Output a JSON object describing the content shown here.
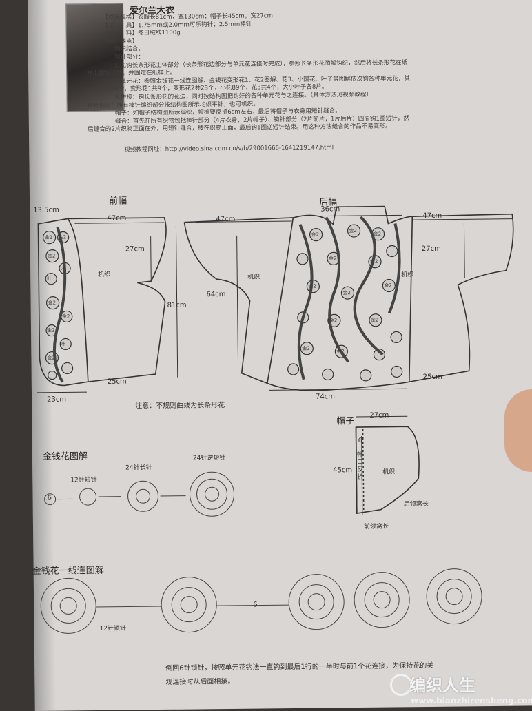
{
  "title": "爱尔兰大衣",
  "specs": [
    "【成品规格】衣服长81cm，宽130cm；帽子长45cm，宽27cm",
    "【工　　具】1.75mm或2.0mm可乐钩针；2.5mm棒针",
    "【材　　料】冬日绒线1100g",
    "【编织要点】",
    "　　钩织结合。",
    "　　钩针部分：",
    "　　1.先钩长条形花主体部分（长条形花边部分与单元花连接时完成），参照长条形花图解钩织，然后将长条形花在纸",
    "样上摆好造型，并固定在纸样上。",
    "　　2.单元花：参照金钱花一线连图解、金钱花变形花1、花2图解、花3、小圆花、叶子等图解依次钩各种单元花，其",
    "中金钱花84个，变形花1共9个，变形花2共23个，小花89个，花3共4个，大小叶子各8片。",
    "　　3.拼接：钩长条形花的花边，同时按结构图把钩好的各种单元花与之连接。（具体方法见视频教程）",
    "棒针部分：所有棒针编织部分按结构图所示均织平针，也可机织。",
    "　　帽子：如帽子结构图所示编织，帽檐要反折6cm左右，最后将帽子与衣身用短针缝合。",
    "　　缝合：首先在所有织物包括棒针部分（4片衣身，2片帽子）、钩针部分（2片前片，1片后片）四周钩1圈短针，然",
    "后缝合的2片织物正面在外，用短针缝合，棱在织物正面，最后钩1圈逆短针结束。用这种方法缝合的作品不易变形。"
  ],
  "video_url": "视频教程网址：http://video.sina.com.cn/v/b/29001666-1641219147.html",
  "front_panel": {
    "title": "前幅",
    "dim_neck": "13.5cm",
    "dim_sleeve": "47cm",
    "dim_armhole": "27cm",
    "dim_length": "81cm",
    "dim_width": "23cm",
    "dim_cuff": "25cm",
    "machine_label": "机织",
    "motif_labels": [
      "金2",
      "金2",
      "金2",
      "大",
      "叶",
      "金2",
      "金2",
      "金2",
      "叶",
      "金2"
    ]
  },
  "back_panel": {
    "title": "后幅",
    "dim_neck": "36cm",
    "dim_sleeve_left": "47cm",
    "dim_sleeve_right": "47cm",
    "dim_body": "64cm",
    "dim_armhole": "27cm",
    "dim_width": "74cm",
    "dim_cuff": "25cm",
    "machine_label_left": "机织",
    "machine_label_right": "机织",
    "motif_labels": [
      "金2",
      "金2",
      "金2",
      "金2",
      "金2",
      "金2",
      "金2",
      "金2",
      "金2",
      "金2",
      "金2",
      "金2"
    ]
  },
  "note_curve": "注意：不规则曲线为长条形花",
  "hood": {
    "title": "帽子",
    "dim_width": "27cm",
    "dim_height": "45cm",
    "dim_fold": "6",
    "fold_label": "帽口反折",
    "machine_label": "机织",
    "back_neck": "后领窝长",
    "front_neck": "前领窝长"
  },
  "coin_flower": {
    "title": "金钱花图解",
    "step1": "12针短针",
    "step2": "24针长针",
    "step3": "24针逆短针",
    "start_mark": "6"
  },
  "coin_chain": {
    "title": "金钱花一线连图解",
    "chain_label": "12针锁针",
    "start_mark": "6",
    "caption_line1": "倒回6针锁针，按照单元花钩法一直钩到最后1行的一半时与前1个花连接，为保持花的美",
    "caption_line2": "观连接时从后面相接。"
  },
  "watermark": {
    "brand": "编织人生",
    "url": "www.bianzhirensheng.com"
  }
}
